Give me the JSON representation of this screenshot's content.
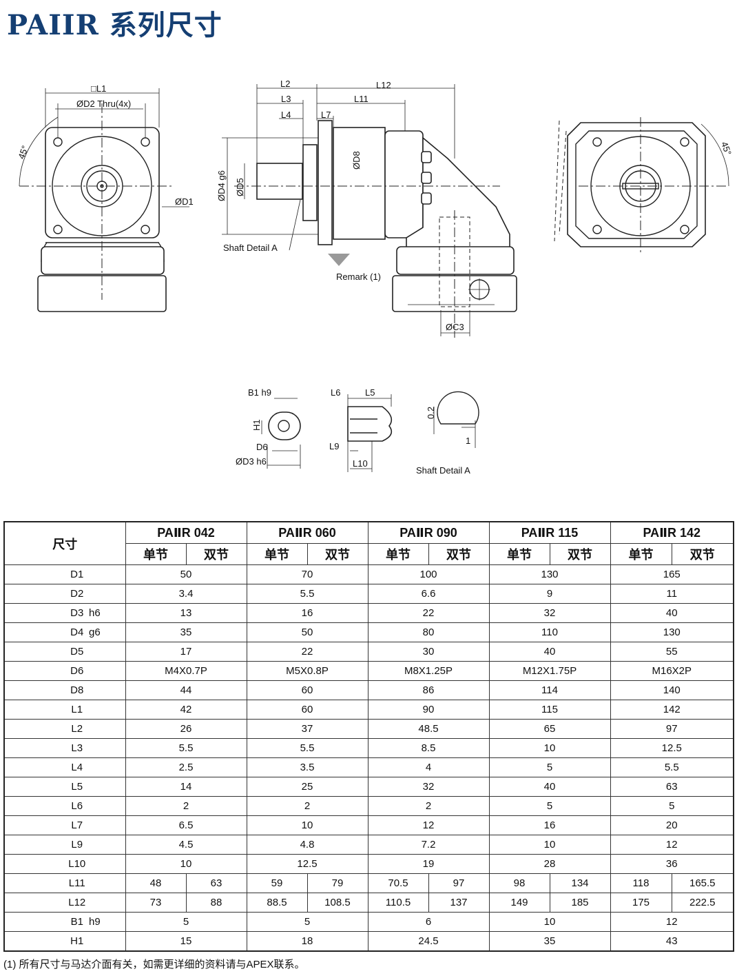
{
  "title": "PAIIR 系列尺寸",
  "labels": {
    "l1": "□L1",
    "d2thru": "ØD2 Thru(4x)",
    "angle": "45°",
    "d1": "ØD1",
    "l2": "L2",
    "l3": "L3",
    "l4": "L4",
    "l7": "L7",
    "l11": "L11",
    "l12": "L12",
    "d4": "ØD4 g6",
    "d5": "ØD5",
    "d8": "ØD8",
    "shaft_detail_a": "Shaft Detail  A",
    "remark": "Remark (1)",
    "c3": "ØC3",
    "b1": "B1 h9",
    "h1": "H1",
    "d6": "D6",
    "d3": "ØD3 h6",
    "l6": "L6",
    "l5": "L5",
    "l9": "L9",
    "l10": "L10",
    "r02": "0.2",
    "r1": "1",
    "shaft_detail_a2": "Shaft  Detail  A"
  },
  "table": {
    "dim_header": "尺寸",
    "models": [
      "PAⅡR 042",
      "PAⅡR 060",
      "PAⅡR 090",
      "PAⅡR 115",
      "PAⅡR 142"
    ],
    "single": "单节",
    "double": "双节",
    "rows": [
      {
        "name": "D1",
        "tol": "",
        "v": [
          "50",
          "70",
          "100",
          "130",
          "165"
        ]
      },
      {
        "name": "D2",
        "tol": "",
        "v": [
          "3.4",
          "5.5",
          "6.6",
          "9",
          "11"
        ]
      },
      {
        "name": "D3",
        "tol": "h6",
        "v": [
          "13",
          "16",
          "22",
          "32",
          "40"
        ]
      },
      {
        "name": "D4",
        "tol": "g6",
        "v": [
          "35",
          "50",
          "80",
          "110",
          "130"
        ]
      },
      {
        "name": "D5",
        "tol": "",
        "v": [
          "17",
          "22",
          "30",
          "40",
          "55"
        ]
      },
      {
        "name": "D6",
        "tol": "",
        "v": [
          "M4X0.7P",
          "M5X0.8P",
          "M8X1.25P",
          "M12X1.75P",
          "M16X2P"
        ]
      },
      {
        "name": "D8",
        "tol": "",
        "v": [
          "44",
          "60",
          "86",
          "114",
          "140"
        ]
      },
      {
        "name": "L1",
        "tol": "",
        "v": [
          "42",
          "60",
          "90",
          "115",
          "142"
        ]
      },
      {
        "name": "L2",
        "tol": "",
        "v": [
          "26",
          "37",
          "48.5",
          "65",
          "97"
        ]
      },
      {
        "name": "L3",
        "tol": "",
        "v": [
          "5.5",
          "5.5",
          "8.5",
          "10",
          "12.5"
        ]
      },
      {
        "name": "L4",
        "tol": "",
        "v": [
          "2.5",
          "3.5",
          "4",
          "5",
          "5.5"
        ]
      },
      {
        "name": "L5",
        "tol": "",
        "v": [
          "14",
          "25",
          "32",
          "40",
          "63"
        ]
      },
      {
        "name": "L6",
        "tol": "",
        "v": [
          "2",
          "2",
          "2",
          "5",
          "5"
        ]
      },
      {
        "name": "L7",
        "tol": "",
        "v": [
          "6.5",
          "10",
          "12",
          "16",
          "20"
        ]
      },
      {
        "name": "L9",
        "tol": "",
        "v": [
          "4.5",
          "4.8",
          "7.2",
          "10",
          "12"
        ]
      },
      {
        "name": "L10",
        "tol": "",
        "v": [
          "10",
          "12.5",
          "19",
          "28",
          "36"
        ]
      },
      {
        "name": "L11",
        "tol": "",
        "split": [
          [
            "48",
            "63"
          ],
          [
            "59",
            "79"
          ],
          [
            "70.5",
            "97"
          ],
          [
            "98",
            "134"
          ],
          [
            "118",
            "165.5"
          ]
        ]
      },
      {
        "name": "L12",
        "tol": "",
        "split": [
          [
            "73",
            "88"
          ],
          [
            "88.5",
            "108.5"
          ],
          [
            "110.5",
            "137"
          ],
          [
            "149",
            "185"
          ],
          [
            "175",
            "222.5"
          ]
        ]
      },
      {
        "name": "B1",
        "tol": "h9",
        "v": [
          "5",
          "5",
          "6",
          "10",
          "12"
        ]
      },
      {
        "name": "H1",
        "tol": "",
        "v": [
          "15",
          "18",
          "24.5",
          "35",
          "43"
        ]
      }
    ]
  },
  "footnote": "(1) 所有尺寸与马达介面有关，如需更详细的资料请与APEX联系。"
}
